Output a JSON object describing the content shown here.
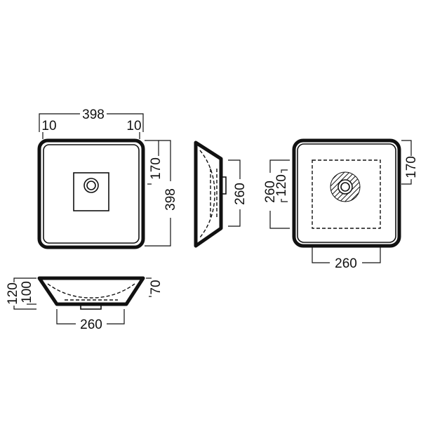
{
  "top_view": {
    "width": "398",
    "rim_left": "10",
    "rim_right": "10",
    "drain_offset": "170",
    "depth": "398"
  },
  "side_view": {
    "base": "260"
  },
  "front_view": {
    "height_total": "120",
    "height_body": "100",
    "drain_height": "70",
    "base": "260"
  },
  "bottom_view": {
    "drain_offset": "170",
    "base_depth": "260",
    "drain_center": "120",
    "base_width": "260"
  }
}
